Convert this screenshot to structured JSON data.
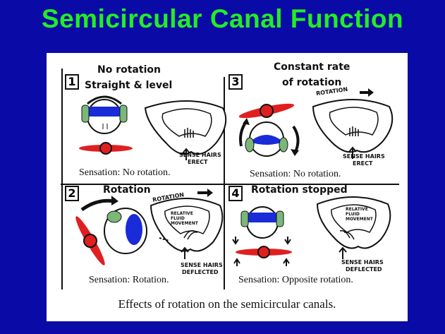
{
  "slide": {
    "title": "Semicircular Canal Function",
    "caption": "Effects of rotation on the semicircular canals.",
    "colors": {
      "background": "#0a0aa6",
      "title": "#22ee22",
      "headset": "#1a2bd8",
      "plane": "#e02020"
    }
  },
  "panels": [
    {
      "number": "1",
      "heading_line1": "No rotation",
      "heading_line2": "Straight & level",
      "hairs_label_line1": "SENSE HAIRS",
      "hairs_label_line2": "ERECT",
      "sensation": "Sensation: No rotation."
    },
    {
      "number": "3",
      "heading_line1": "Constant rate",
      "heading_line2": "of rotation",
      "arrow_label": "ROTATION",
      "hairs_label_line1": "SENSE HAIRS",
      "hairs_label_line2": "ERECT",
      "sensation": "Sensation: No rotation."
    },
    {
      "number": "2",
      "heading_line1": "Rotation",
      "arrow_label": "ROTATION",
      "fluid_label_line1": "RELATIVE",
      "fluid_label_line2": "FLUID",
      "fluid_label_line3": "MOVEMENT",
      "hairs_label_line1": "SENSE HAIRS",
      "hairs_label_line2": "DEFLECTED",
      "sensation": "Sensation: Rotation."
    },
    {
      "number": "4",
      "heading_line1": "Rotation stopped",
      "fluid_label_line1": "RELATIVE",
      "fluid_label_line2": "FLUID",
      "fluid_label_line3": "MOVEMENT",
      "hairs_label_line1": "SENSE HAIRS",
      "hairs_label_line2": "DEFLECTED",
      "sensation": "Sensation: Opposite rotation."
    }
  ]
}
